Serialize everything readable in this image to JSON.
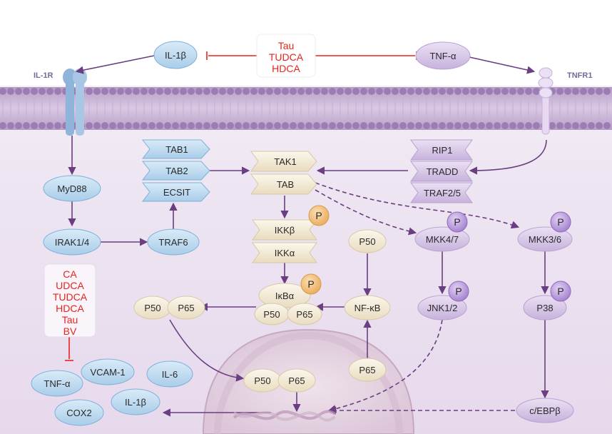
{
  "inhibitors_top": [
    "Tau",
    "TUDCA",
    "HDCA"
  ],
  "inhibitors_left": [
    "CA",
    "UDCA",
    "TUDCA",
    "HDCA",
    "Tau",
    "BV"
  ],
  "receptors": {
    "left": "IL-1R",
    "right": "TNFR1"
  },
  "ligands": {
    "left": "IL-1β",
    "right": "TNF-α"
  },
  "nodes": {
    "myd88": "MyD88",
    "irak": "IRAK1/4",
    "traf6": "TRAF6",
    "tab1": "TAB1",
    "tab2": "TAB2",
    "ecsit": "ECSIT",
    "tak1": "TAK1",
    "tab": "TAB",
    "rip1": "RIP1",
    "tradd": "TRADD",
    "traf25": "TRAF2/5",
    "ikkb": "IKKβ",
    "ikka": "IKKα",
    "ikba": "IκBα",
    "p50": "P50",
    "p65": "P65",
    "nfkb": "NF-κB",
    "mkk47": "MKK4/7",
    "mkk36": "MKK3/6",
    "jnk": "JNK1/2",
    "p38": "P38",
    "cebp": "c/EBPβ"
  },
  "phospho_label": "P",
  "outputs": [
    "TNF-α",
    "VCAM-1",
    "IL-6",
    "IL-1β",
    "COX2"
  ],
  "colors": {
    "background": "#ece3f0",
    "membrane": "#a98bbd",
    "blue_node": "#bcdaf2",
    "blue_node_dark": "#7fb0d9",
    "purple_node": "#d7c5e4",
    "beige_node": "#f2ebd9",
    "orange_p": "#f2c07c",
    "purple_p": "#b08fd6",
    "arrow": "#6a3e80",
    "inhibit": "#e8241c"
  }
}
